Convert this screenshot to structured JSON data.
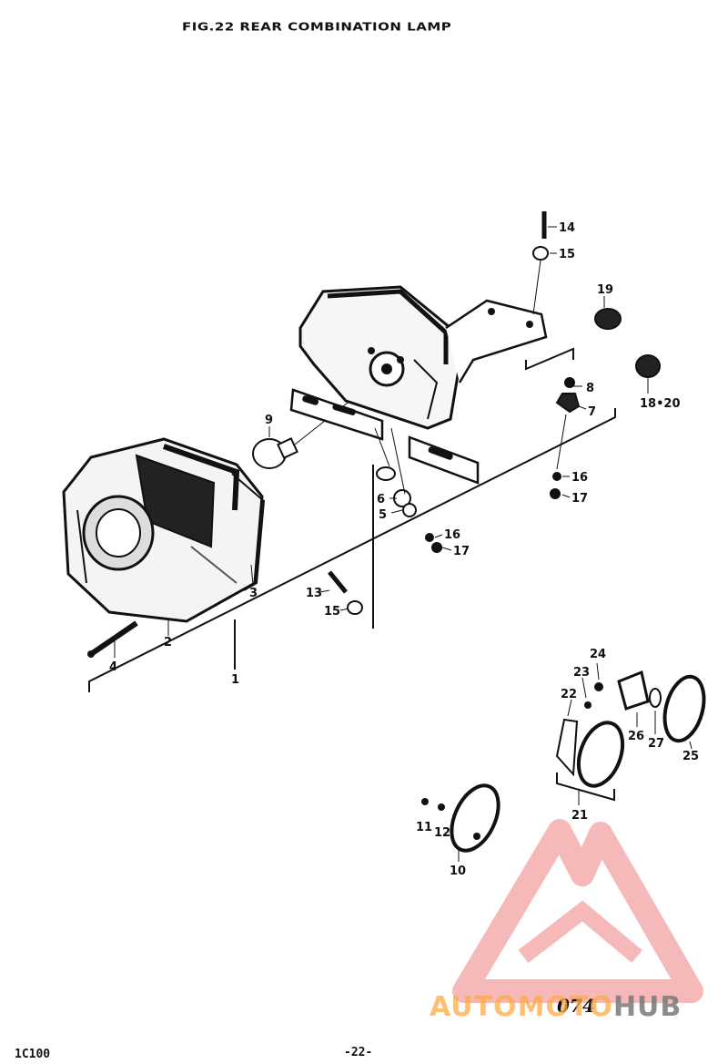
{
  "title": "FIG.22  REAR COMBINATION LAMP",
  "footer": {
    "model": "1C100",
    "page": "-22-"
  },
  "code": "074",
  "watermark": {
    "part_a": "AUTOMOTO",
    "part_b": "HUB"
  },
  "callouts": [
    {
      "id": "1",
      "text": "1"
    },
    {
      "id": "2",
      "text": "2"
    },
    {
      "id": "3",
      "text": "3"
    },
    {
      "id": "4",
      "text": "4"
    },
    {
      "id": "5",
      "text": "5"
    },
    {
      "id": "6",
      "text": "6"
    },
    {
      "id": "7",
      "text": "7"
    },
    {
      "id": "8",
      "text": "8"
    },
    {
      "id": "9",
      "text": "9"
    },
    {
      "id": "10",
      "text": "10"
    },
    {
      "id": "11",
      "text": "11"
    },
    {
      "id": "12",
      "text": "12"
    },
    {
      "id": "13",
      "text": "13"
    },
    {
      "id": "14",
      "text": "14"
    },
    {
      "id": "15a",
      "text": "15"
    },
    {
      "id": "15b",
      "text": "15"
    },
    {
      "id": "16a",
      "text": "16"
    },
    {
      "id": "16b",
      "text": "16"
    },
    {
      "id": "17a",
      "text": "17"
    },
    {
      "id": "17b",
      "text": "17"
    },
    {
      "id": "18",
      "text": "18•20"
    },
    {
      "id": "19",
      "text": "19"
    },
    {
      "id": "21",
      "text": "21"
    },
    {
      "id": "22",
      "text": "22"
    },
    {
      "id": "23",
      "text": "23"
    },
    {
      "id": "24",
      "text": "24"
    },
    {
      "id": "25",
      "text": "25"
    },
    {
      "id": "26",
      "text": "26"
    },
    {
      "id": "27",
      "text": "27"
    }
  ]
}
